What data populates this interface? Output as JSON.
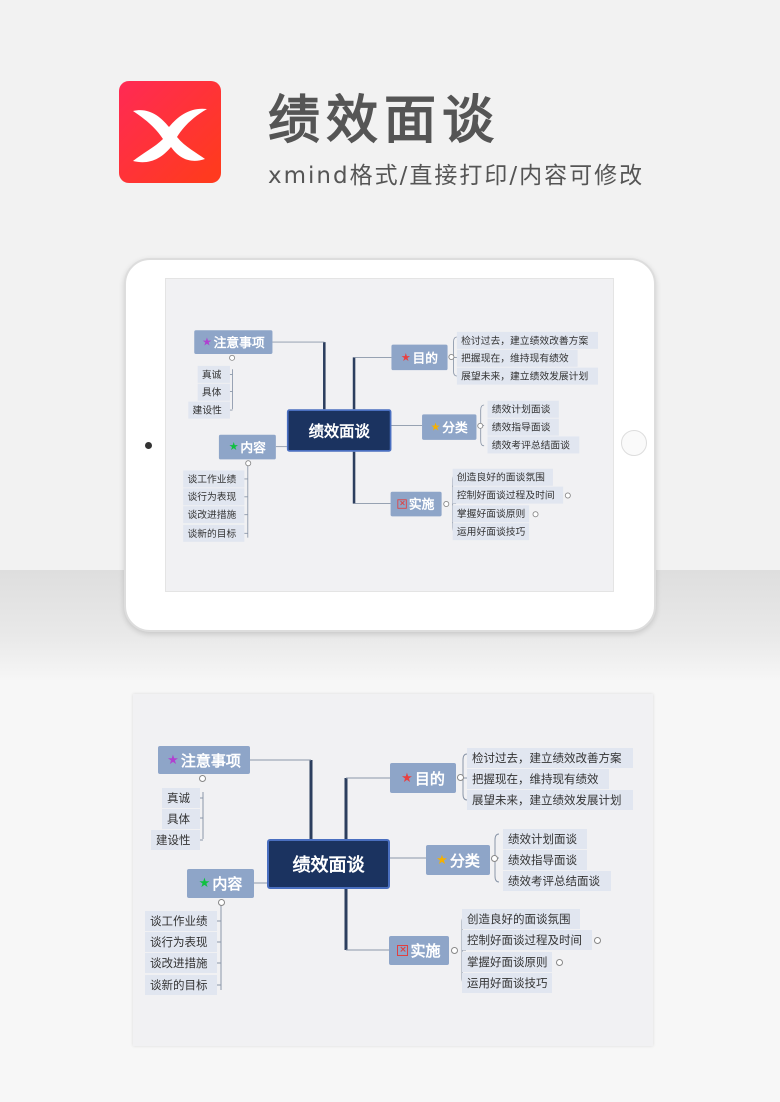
{
  "header": {
    "title": "绩效面谈",
    "subtitle": "xmind格式/直接打印/内容可修改"
  },
  "colors": {
    "accent": "#ff2a55",
    "center": "#1b3360",
    "node": "#8ea5c8",
    "leaf": "#e1e6f0"
  },
  "mindmap": {
    "center": "绩效面谈",
    "notes": {
      "label": "注意事项",
      "icon": "purple-star-icon",
      "children": [
        "真诚",
        "具体",
        "建设性"
      ]
    },
    "content": {
      "label": "内容",
      "icon": "green-star-icon",
      "children": [
        "谈工作业绩",
        "谈行为表现",
        "谈改进措施",
        "谈新的目标"
      ]
    },
    "purpose": {
      "label": "目的",
      "icon": "red-star-icon",
      "children": [
        "检讨过去，建立绩效改善方案",
        "把握现在，维持现有绩效",
        "展望未来，建立绩效发展计划"
      ]
    },
    "category": {
      "label": "分类",
      "icon": "orange-star-icon",
      "children": [
        "绩效计划面谈",
        "绩效指导面谈",
        "绩效考评总结面谈"
      ]
    },
    "implement": {
      "label": "实施",
      "icon": "red-box-icon",
      "children": [
        "创造良好的面谈氛围",
        "控制好面谈过程及时间",
        "掌握好面谈原则",
        "运用好面谈技巧"
      ]
    }
  }
}
